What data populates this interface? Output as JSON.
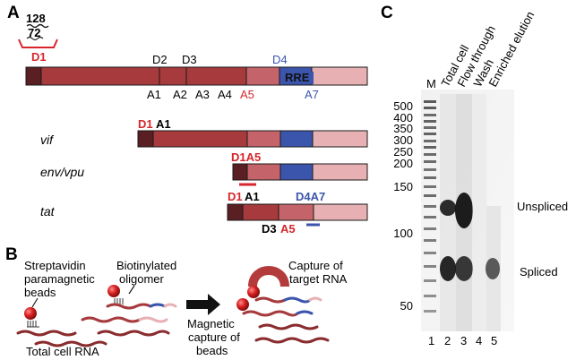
{
  "panel_a": {
    "letter": "A",
    "top_number_1": "128",
    "top_number_2": "72",
    "d1": "D1",
    "d2": "D2",
    "d3": "D3",
    "d4": "D4",
    "rre": "RRE",
    "a1": "A1",
    "a2": "A2",
    "a3": "A3",
    "a4": "A4",
    "a5": "A5",
    "a7": "A7",
    "transcripts": {
      "vif": {
        "name": "vif",
        "d1": "D1",
        "a1": "A1"
      },
      "env": {
        "name": "env/vpu",
        "d1a5": "D1A5"
      },
      "tat": {
        "name": "tat",
        "d1": "D1",
        "a1": "A1",
        "d4a7": "D4A7",
        "d3": "D3",
        "a5": "A5"
      }
    }
  },
  "panel_b": {
    "letter": "B",
    "beads_label_1": "Streptavidin",
    "beads_label_2": "paramagnetic",
    "beads_label_3": "beads",
    "oligo_label_1": "Biotinylated",
    "oligo_label_2": "oligomer",
    "total_rna": "Total cell RNA",
    "capture_1": "Magnetic",
    "capture_2": "capture of",
    "capture_3": "beads",
    "target_1": "Capture of",
    "target_2": "target RNA"
  },
  "panel_c": {
    "letter": "C",
    "markers": [
      "500",
      "400",
      "350",
      "300",
      "250",
      "200",
      "150",
      "100",
      "50"
    ],
    "lane_headers": [
      "M",
      "Total cell",
      "Flow through",
      "Wash",
      "Enriched elution"
    ],
    "lane_numbers": [
      "1",
      "2",
      "3",
      "4",
      "5"
    ],
    "unspliced": "Unspliced",
    "spliced": "Spliced"
  },
  "colors": {
    "dark": "#5a1f22",
    "main": "#a63a3c",
    "mid": "#c4646a",
    "blue": "#3b55ad",
    "pink": "#e7b1b4",
    "red_text": "#d6262c",
    "blue_text": "#3b55ad"
  }
}
